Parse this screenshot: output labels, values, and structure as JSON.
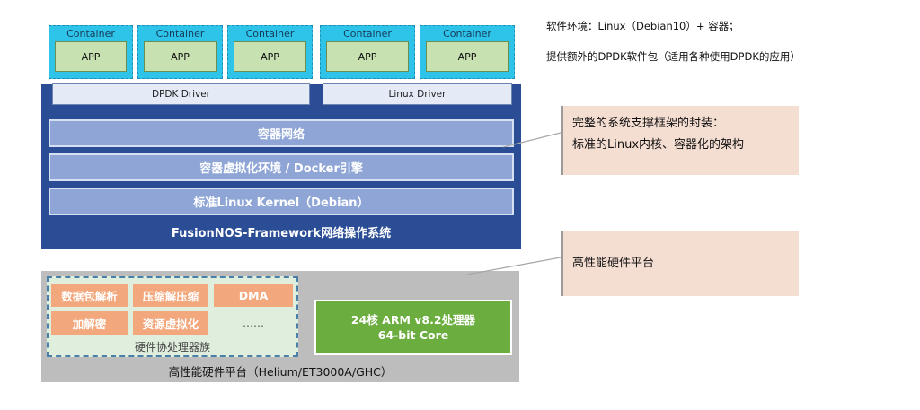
{
  "containers": [
    {
      "label": "Container",
      "app": "APP"
    },
    {
      "label": "Container",
      "app": "APP"
    },
    {
      "label": "Container",
      "app": "APP"
    },
    {
      "label": "Container",
      "app": "APP"
    },
    {
      "label": "Container",
      "app": "APP"
    }
  ],
  "drivers": {
    "left": "DPDK Driver",
    "right": "Linux Driver"
  },
  "framework": {
    "layers": [
      "容器网络",
      "容器虚拟化环境 / Docker引擎",
      "标准Linux Kernel（Debian）"
    ],
    "title": "FusionNOS-Framework网络操作系统"
  },
  "hardware": {
    "coprocessors": [
      "数据包解析",
      "压缩解压缩",
      "DMA",
      "加解密",
      "资源虚拟化",
      "……"
    ],
    "coprocessor_group_label": "硬件协处理器族",
    "cpu_line1": "24核 ARM v8.2处理器",
    "cpu_line2": "64-bit Core",
    "platform_title": "高性能硬件平台（Helium/ET3000A/GHC）"
  },
  "side_notes": {
    "line1": "软件环境：Linux（Debian10）+ 容器；",
    "line2": "提供额外的DPDK软件包（适用各种使用DPDK的应用）"
  },
  "callouts": {
    "framework_line1": "完整的系统支撑框架的封装：",
    "framework_line2": "标准的Linux内核、容器化的架构",
    "hardware": "高性能硬件平台"
  },
  "colors": {
    "framework_bg": "#2a4d96",
    "layer_bg": "#8ea5d6",
    "container_bg": "#2ec4e9",
    "app_bg": "#c7e1b1",
    "coprocessor_bg": "#f2a77c",
    "cpu_bg": "#6bad3f",
    "hardware_bg": "#bdbdbd",
    "callout_bg": "#f4ddd1"
  }
}
